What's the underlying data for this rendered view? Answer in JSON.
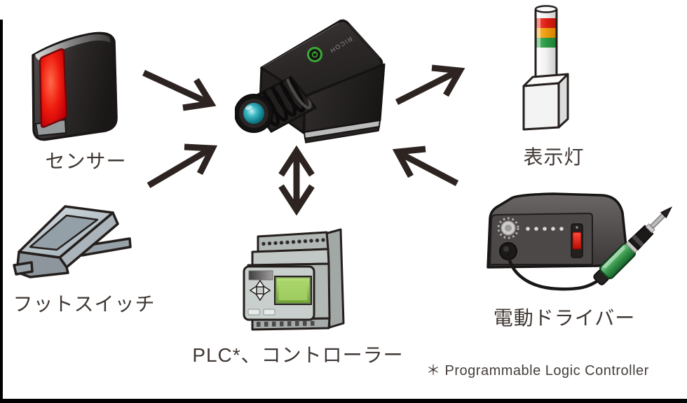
{
  "canvas": {
    "background": "#ffffff",
    "frame_color": "#000000"
  },
  "camera": {
    "name": "camera",
    "brand": "RICOH"
  },
  "nodes": {
    "sensor": {
      "label": "センサー"
    },
    "foot_switch": {
      "label": "フットスイッチ"
    },
    "plc_controller": {
      "label": "PLC*、コントローラー"
    },
    "indicator_light": {
      "label": "表示灯"
    },
    "electric_screwdriver": {
      "label": "電動ドライバー"
    }
  },
  "footnote": {
    "text": "＊ Programmable Logic Controller"
  },
  "connections": [
    {
      "from": "sensor",
      "to": "camera",
      "direction": "one-way"
    },
    {
      "from": "foot_switch",
      "to": "camera",
      "direction": "one-way"
    },
    {
      "from": "camera",
      "to": "plc_controller",
      "direction": "two-way"
    },
    {
      "from": "camera",
      "to": "indicator_light",
      "direction": "one-way"
    },
    {
      "from": "electric_screwdriver",
      "to": "camera",
      "direction": "one-way"
    }
  ],
  "colors": {
    "arrow": "#2d2421",
    "label_text": "#3f3733",
    "sensor_red": "#e8180e",
    "tower_red": "#dd1f14",
    "tower_amber": "#ef9c0e",
    "tower_green": "#2b9a45",
    "lens_teal": "#0d7c8b",
    "driver_green": "#3d9e50",
    "plc_screen_green": "#8fc04a",
    "power_led_green": "#3aa935"
  }
}
